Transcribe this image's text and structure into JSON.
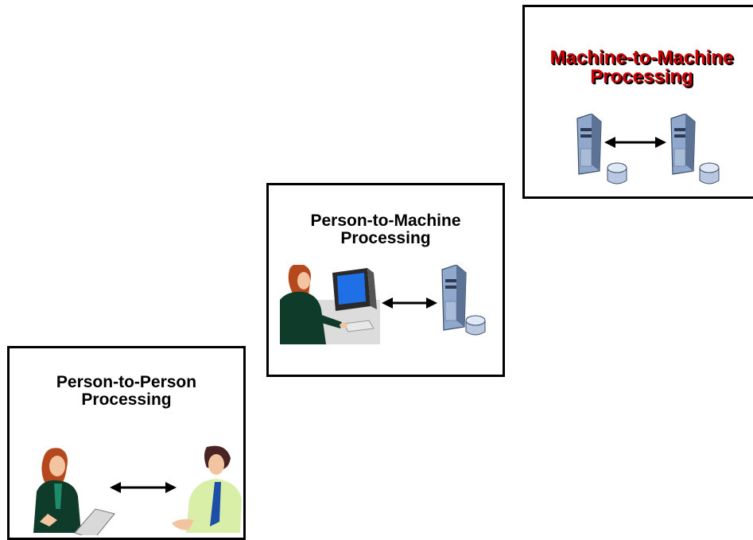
{
  "panels": {
    "person_to_person": {
      "title_line1": "Person-to-Person",
      "title_line2": "Processing"
    },
    "person_to_machine": {
      "title_line1": "Person-to-Machine",
      "title_line2": "Processing"
    },
    "machine_to_machine": {
      "title_line1": "Machine-to-Machine",
      "title_line2": "Processing"
    }
  },
  "colors": {
    "title_highlight": "#cc0000",
    "border": "#000000"
  }
}
